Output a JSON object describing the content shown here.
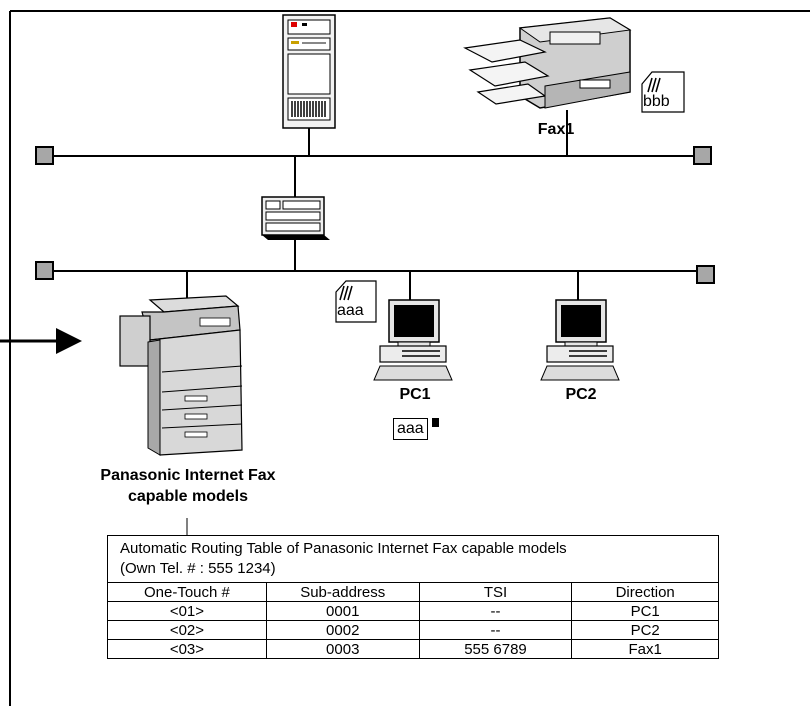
{
  "labels": {
    "fax1": "Fax1",
    "pc1": "PC1",
    "pc2": "PC2",
    "panasonic_line1": "Panasonic Internet Fax",
    "panasonic_line2": "capable models"
  },
  "doc_tags": {
    "bbb": "bbb",
    "aaa_incoming": "aaa",
    "aaa_received": "aaa"
  },
  "table": {
    "caption_line1": "Automatic Routing Table of Panasonic Internet Fax capable models",
    "caption_line2": "(Own Tel. # : 555 1234)",
    "headers": [
      "One-Touch #",
      "Sub-address",
      "TSI",
      "Direction"
    ],
    "rows": [
      [
        "<01>",
        "0001",
        "--",
        "PC1"
      ],
      [
        "<02>",
        "0002",
        "--",
        "PC2"
      ],
      [
        "<03>",
        "0003",
        "555 6789",
        "Fax1"
      ]
    ]
  }
}
